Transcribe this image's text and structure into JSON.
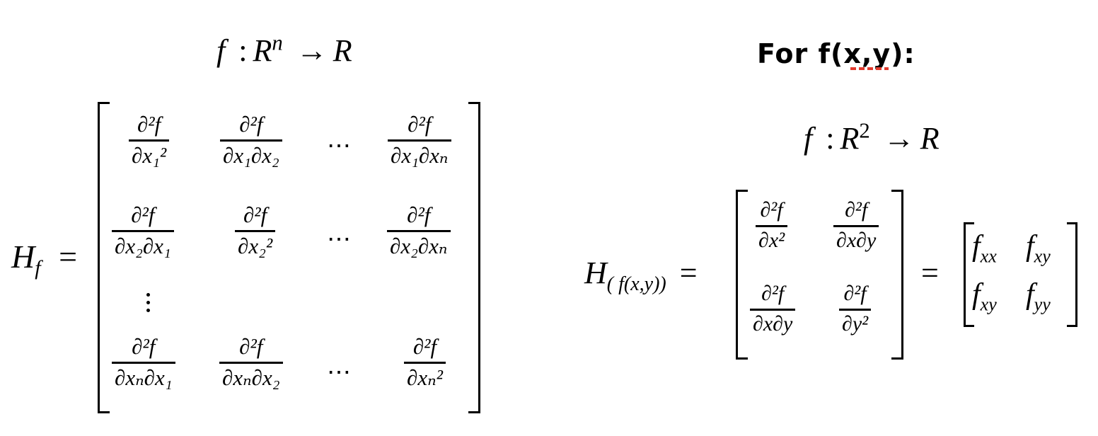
{
  "left": {
    "mapping": {
      "f": "f",
      "colon": ":",
      "R": "R",
      "n": "n",
      "arrow": "→",
      "R2": "R"
    },
    "lhs": {
      "H": "H",
      "sub": "f",
      "eq": "="
    },
    "cells": [
      {
        "num": "∂²f",
        "den": "∂x₁²"
      },
      {
        "num": "∂²f",
        "den": "∂x₁∂x₂"
      },
      {
        "num": "∂²f",
        "den": "∂x₁∂xₙ"
      },
      {
        "num": "∂²f",
        "den": "∂x₂∂x₁"
      },
      {
        "num": "∂²f",
        "den": "∂x₂²"
      },
      {
        "num": "∂²f",
        "den": "∂x₂∂xₙ"
      },
      {
        "num": "∂²f",
        "den": "∂xₙ∂x₁"
      },
      {
        "num": "∂²f",
        "den": "∂xₙ∂x₂"
      },
      {
        "num": "∂²f",
        "den": "∂xₙ²"
      }
    ],
    "hdots": "⋯"
  },
  "right": {
    "caption": "For f(x,y):",
    "mapping": {
      "f": "f",
      "colon": ":",
      "R": "R",
      "exp": "2",
      "arrow": "→",
      "R2": "R"
    },
    "lhs": {
      "H": "H",
      "sub": "( f(x,y))",
      "eq": "="
    },
    "cells": [
      {
        "num": "∂²f",
        "den": "∂x²"
      },
      {
        "num": "∂²f",
        "den": "∂x∂y"
      },
      {
        "num": "∂²f",
        "den": "∂x∂y"
      },
      {
        "num": "∂²f",
        "den": "∂y²"
      }
    ],
    "eq2": "=",
    "short": [
      {
        "base": "f",
        "sub": "xx"
      },
      {
        "base": "f",
        "sub": "xy"
      },
      {
        "base": "f",
        "sub": "xy"
      },
      {
        "base": "f",
        "sub": "yy"
      }
    ]
  },
  "colors": {
    "spellcheck": "#e23b2e"
  }
}
